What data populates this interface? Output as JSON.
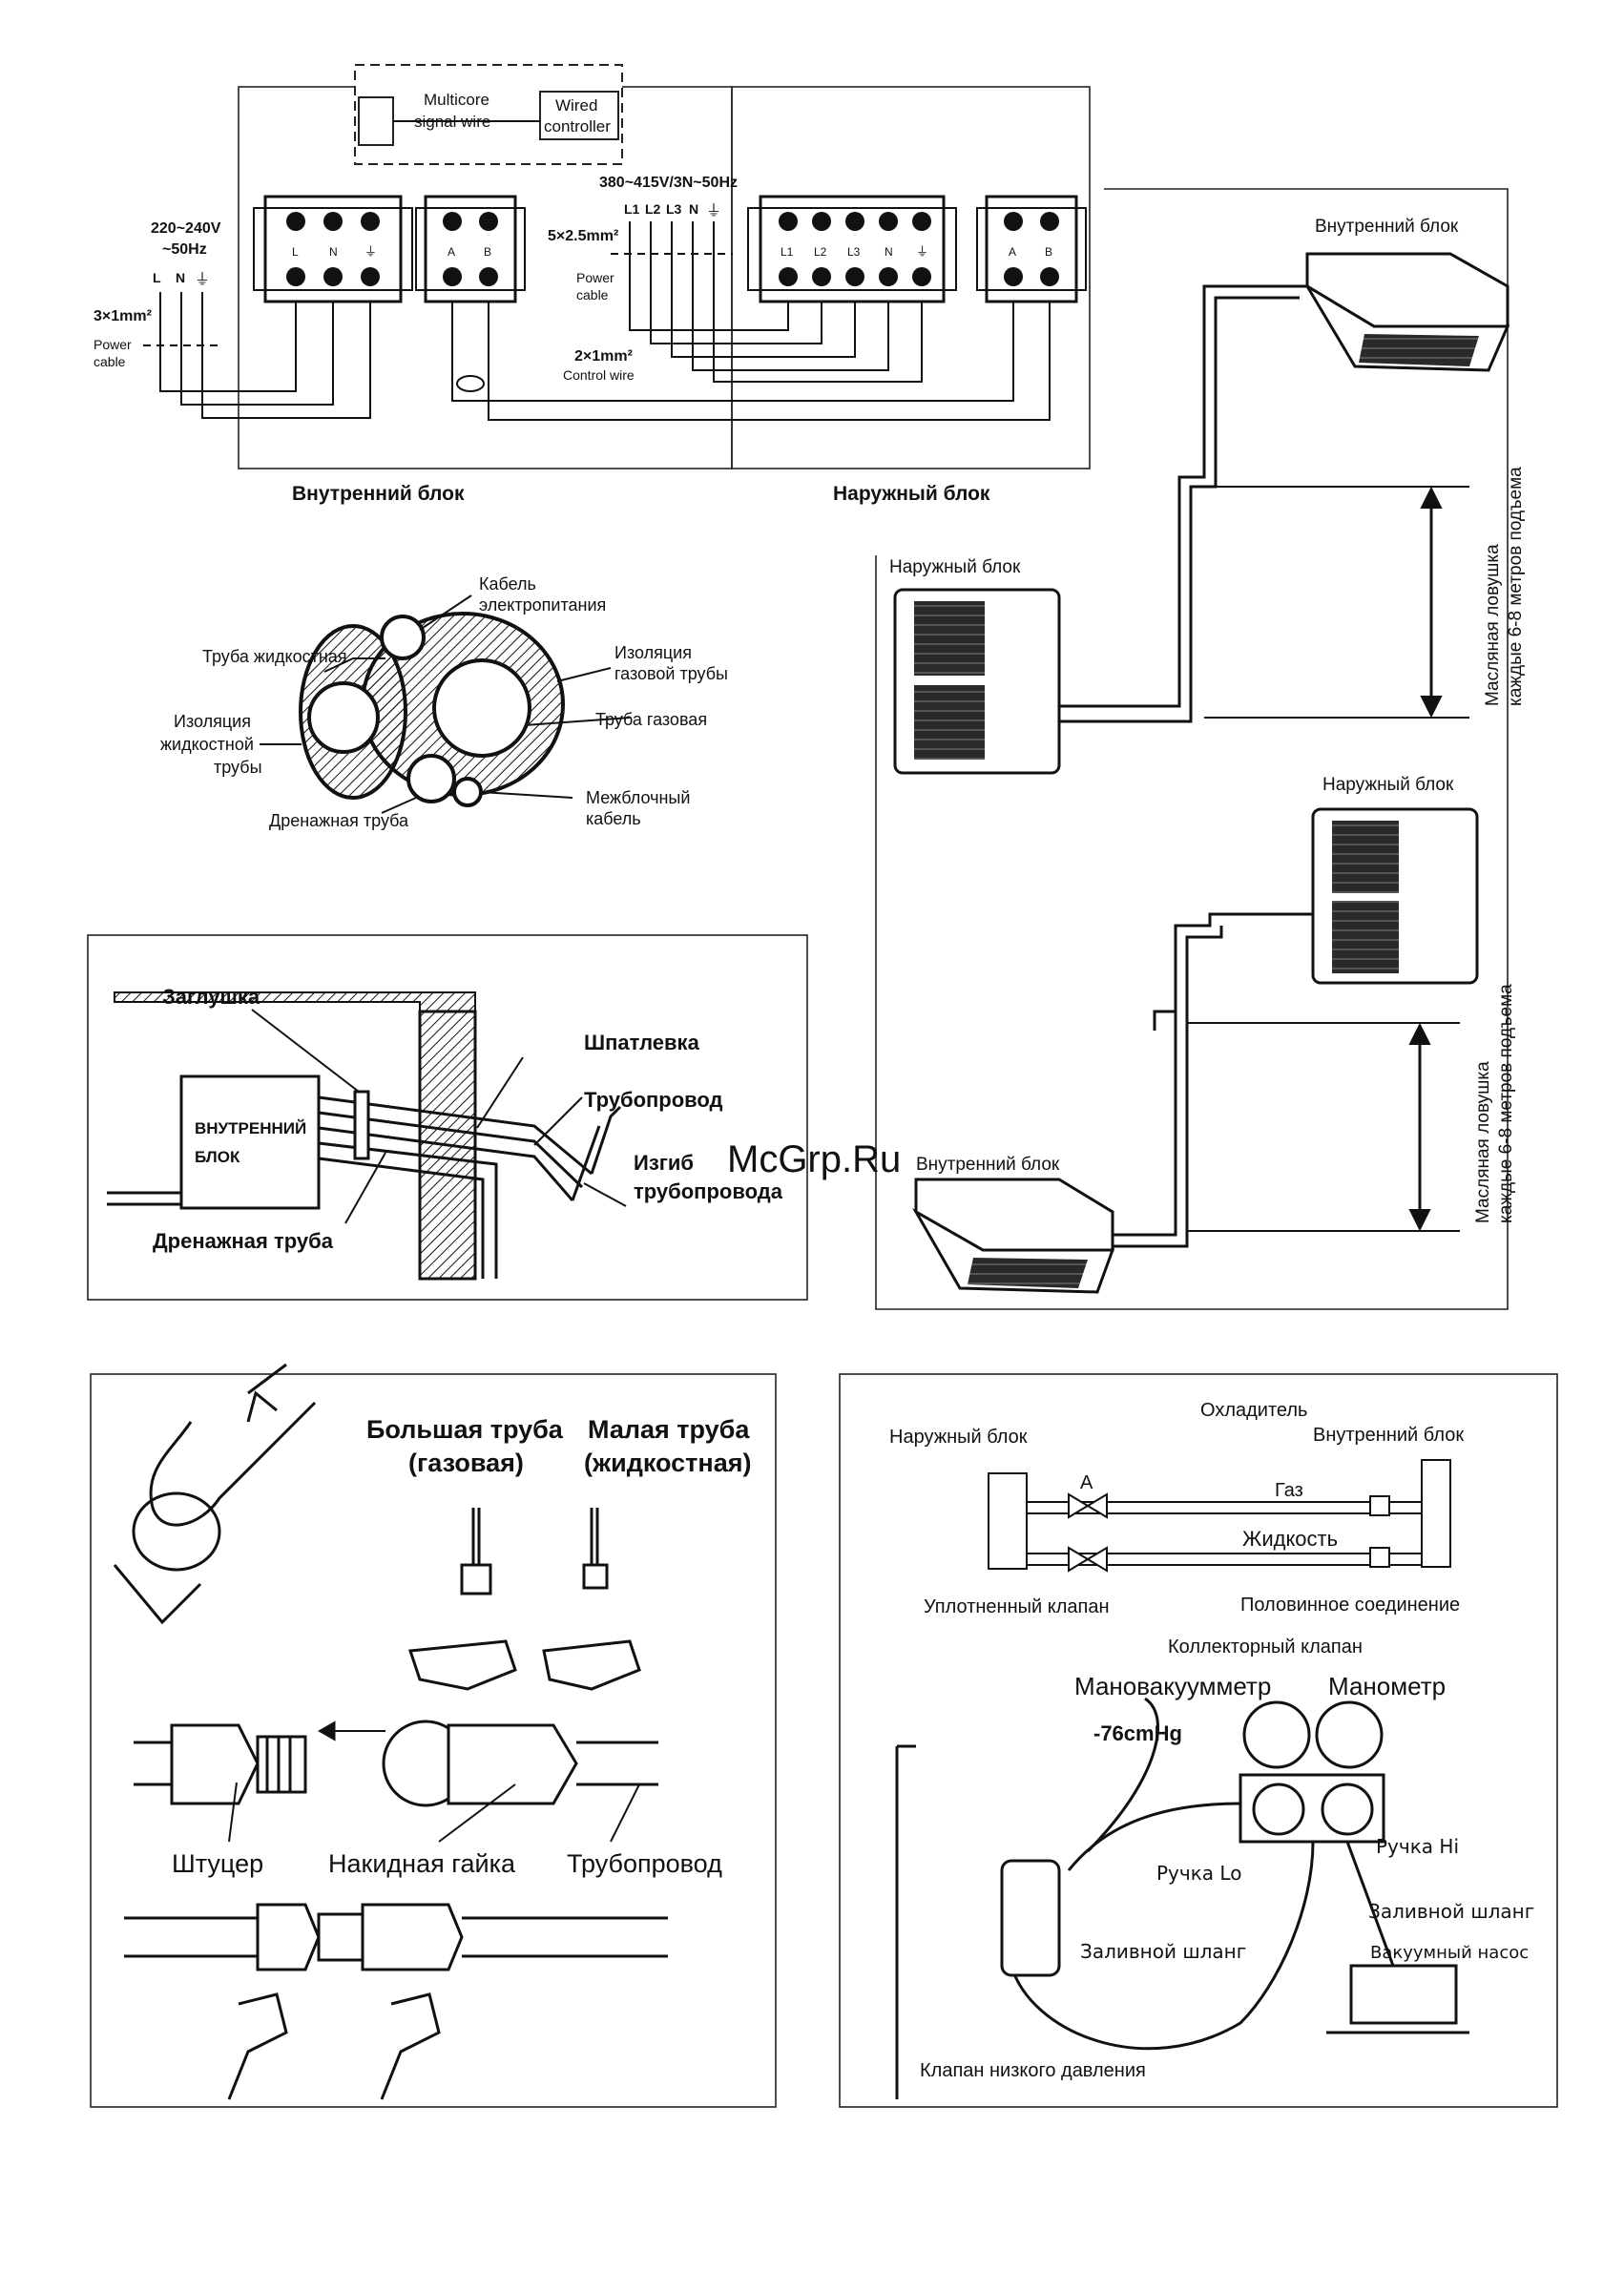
{
  "wiring": {
    "multicore": [
      "Multicore",
      "signal wire"
    ],
    "wired_controller": [
      "Wired",
      "controller"
    ],
    "supply_1ph": [
      "220~240V",
      "~50Hz"
    ],
    "terms_1ph": [
      "L",
      "N",
      "⏚"
    ],
    "cable_1ph": "3×1mm²",
    "power_cable": [
      "Power",
      "cable"
    ],
    "supply_3ph": "380~415V/3N~50Hz",
    "terms_3ph": [
      "L1",
      "L2",
      "L3",
      "N",
      "⏚"
    ],
    "cable_3ph": "5×2.5mm²",
    "control_cable": "2×1mm²",
    "control_wire": "Control wire",
    "tb_ab": [
      "A",
      "B"
    ],
    "indoor_label": "Внутренний блок",
    "outdoor_label": "Наружный блок"
  },
  "bundle": {
    "power_cable": [
      "Кабель",
      "электропитания"
    ],
    "liquid_pipe": "Труба жидкостная",
    "gas_insulation": [
      "Изоляция",
      "газовой трубы"
    ],
    "liquid_insulation": [
      "Изоляция",
      "жидкостной",
      "трубы"
    ],
    "gas_pipe": "Труба газовая",
    "drain_pipe": "Дренажная труба",
    "interunit_cable": [
      "Межблочный",
      "кабель"
    ]
  },
  "wall": {
    "plug": "Заглушка",
    "putty": "Шпатлевка",
    "pipeline": "Трубопровод",
    "indoor": [
      "ВНУТРЕННИЙ",
      "БЛОК"
    ],
    "bend": [
      "Изгиб",
      "трубопровода"
    ],
    "drain": "Дренажная труба"
  },
  "trap": {
    "indoor_top": "Внутренний блок",
    "outdoor_left": "Наружный блок",
    "note": [
      "Масляная ловушка",
      "каждые 6-8 метров подъема"
    ],
    "outdoor_right": "Наружный блок",
    "indoor_bottom": "Внутренний блок"
  },
  "watermark": "McGrp.Ru",
  "flare": {
    "big_pipe": [
      "Большая труба",
      "(газовая)"
    ],
    "small_pipe": [
      "Малая труба",
      "(жидкостная)"
    ],
    "fitting": "Штуцер",
    "flare_nut": "Накидная гайка",
    "pipeline": "Трубопровод"
  },
  "vacuum": {
    "refrigerant": "Охладитель",
    "outdoor": "Наружный блок",
    "indoor": "Внутренний блок",
    "valve_a": "A",
    "gas": "Газ",
    "liquid": "Жидкость",
    "sealed_valve": "Уплотненный клапан",
    "half_union": "Половинное соединение",
    "manifold": "Коллекторный клапан",
    "vacuum_gauge": "Мановакуумметр",
    "pressure_gauge": "Манометр",
    "reading": "-76cmHg",
    "lo_knob": "Ручка Lo",
    "hi_knob": "Ручка Hi",
    "charge_hose_right": "Заливной шланг",
    "vacuum_pump": "Вакуумный насос",
    "charge_hose_left": "Заливной шланг",
    "low_valve": "Клапан низкого давления"
  }
}
